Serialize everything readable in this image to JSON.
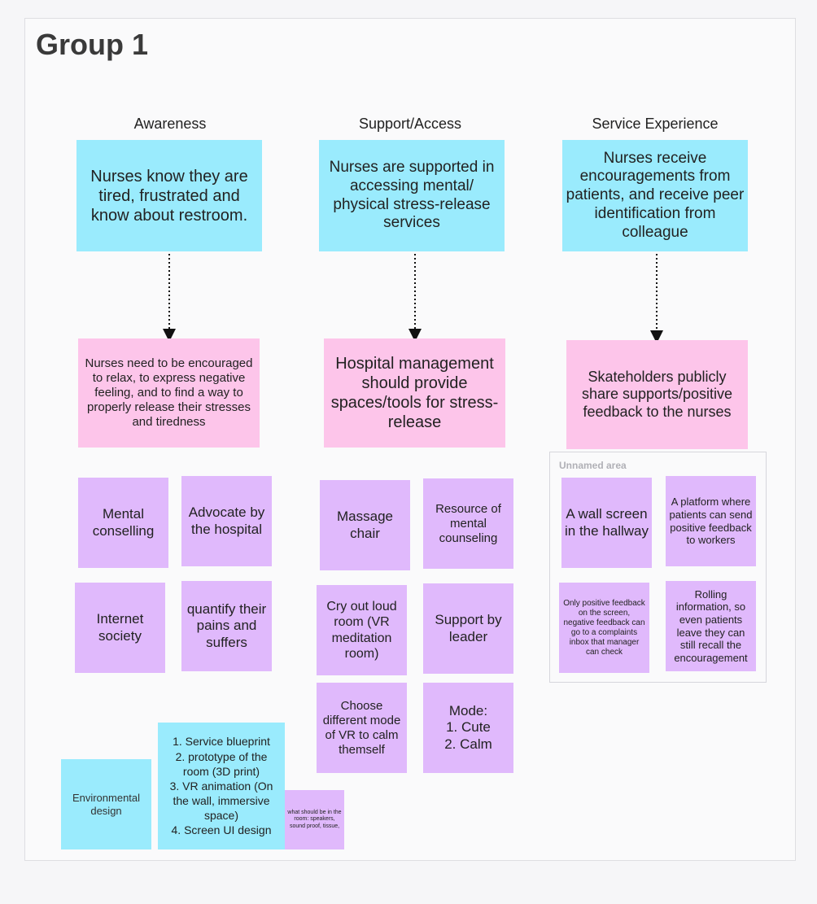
{
  "board": {
    "title": "Group 1",
    "area_label": "Unnamed area"
  },
  "columns": {
    "awareness": "Awareness",
    "support": "Support/Access",
    "service": "Service Experience"
  },
  "goals": {
    "awareness": "Nurses know they are tired, frustrated and know about restroom.",
    "support": "Nurses are supported in accessing mental/ physical stress-release services",
    "service": "Nurses receive encouragements from patients, and receive peer identification from colleague"
  },
  "needs": {
    "awareness": "Nurses need to be encouraged to relax, to express negative feeling, and to find a way to properly release their stresses and tiredness",
    "support": "Hospital management should provide spaces/tools for stress-release",
    "service": "Skateholders publicly share supports/positive feedback to the nurses"
  },
  "ideas": {
    "mental_conselling": "Mental conselling",
    "advocate": "Advocate by the hospital",
    "internet_society": "Internet society",
    "quantify": "quantify their pains and suffers",
    "massage_chair": "Massage chair",
    "resource": "Resource of mental counseling",
    "cry_out": "Cry out loud room (VR meditation room)",
    "support_leader": "Support by leader",
    "choose_mode": "Choose different mode of VR to calm themself",
    "mode": "Mode:\n1. Cute\n2. Calm",
    "wall_screen": "A wall screen in the hallway",
    "platform": "A platform where patients can send positive feedback to workers",
    "only_positive": "Only positive feedback on the screen, negative feedback can go to a complaints inbox that manager can check",
    "rolling": "Rolling information, so even patients leave they can still recall the encouragement",
    "environmental": "Environmental design",
    "deliverables": "1. Service blueprint\n2. prototype of the room (3D print)\n3. VR animation (On the wall, immersive space)\n4. Screen UI design",
    "room_contents": "what should be in the room: speakers, sound proof, tissue,"
  },
  "colors": {
    "cyan": "#9aebfd",
    "pink": "#fdc5ea",
    "purple": "#e0b9fc"
  }
}
